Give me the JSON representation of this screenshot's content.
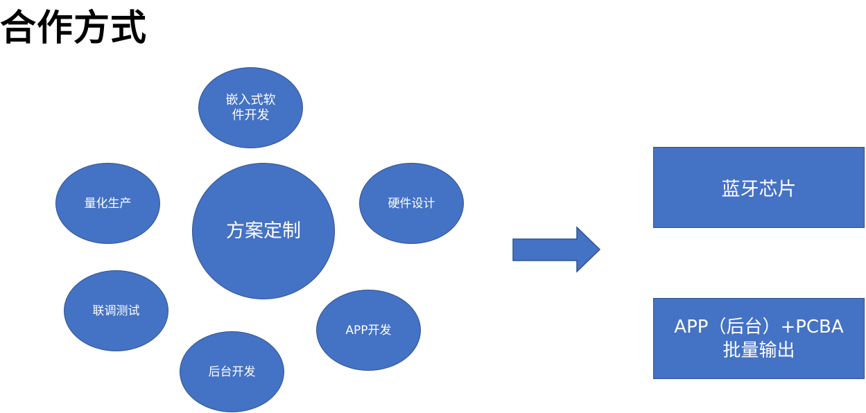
{
  "title": "合作方式",
  "center": {
    "label": "方案定制"
  },
  "satellites": [
    {
      "id": "embedded",
      "label": "嵌入式软件开发"
    },
    {
      "id": "hardware",
      "label": "硬件设计"
    },
    {
      "id": "app",
      "label": "APP开发"
    },
    {
      "id": "backend",
      "label": "后台开发"
    },
    {
      "id": "testing",
      "label": "联调测试"
    },
    {
      "id": "production",
      "label": "量化生产"
    }
  ],
  "outputs": [
    {
      "id": "chip",
      "label": "蓝牙芯片"
    },
    {
      "id": "pcba",
      "label": "APP（后台）+PCBA批量输出"
    }
  ],
  "colors": {
    "fill": "#4472c4",
    "border": "#2f528f",
    "text": "#ffffff"
  }
}
